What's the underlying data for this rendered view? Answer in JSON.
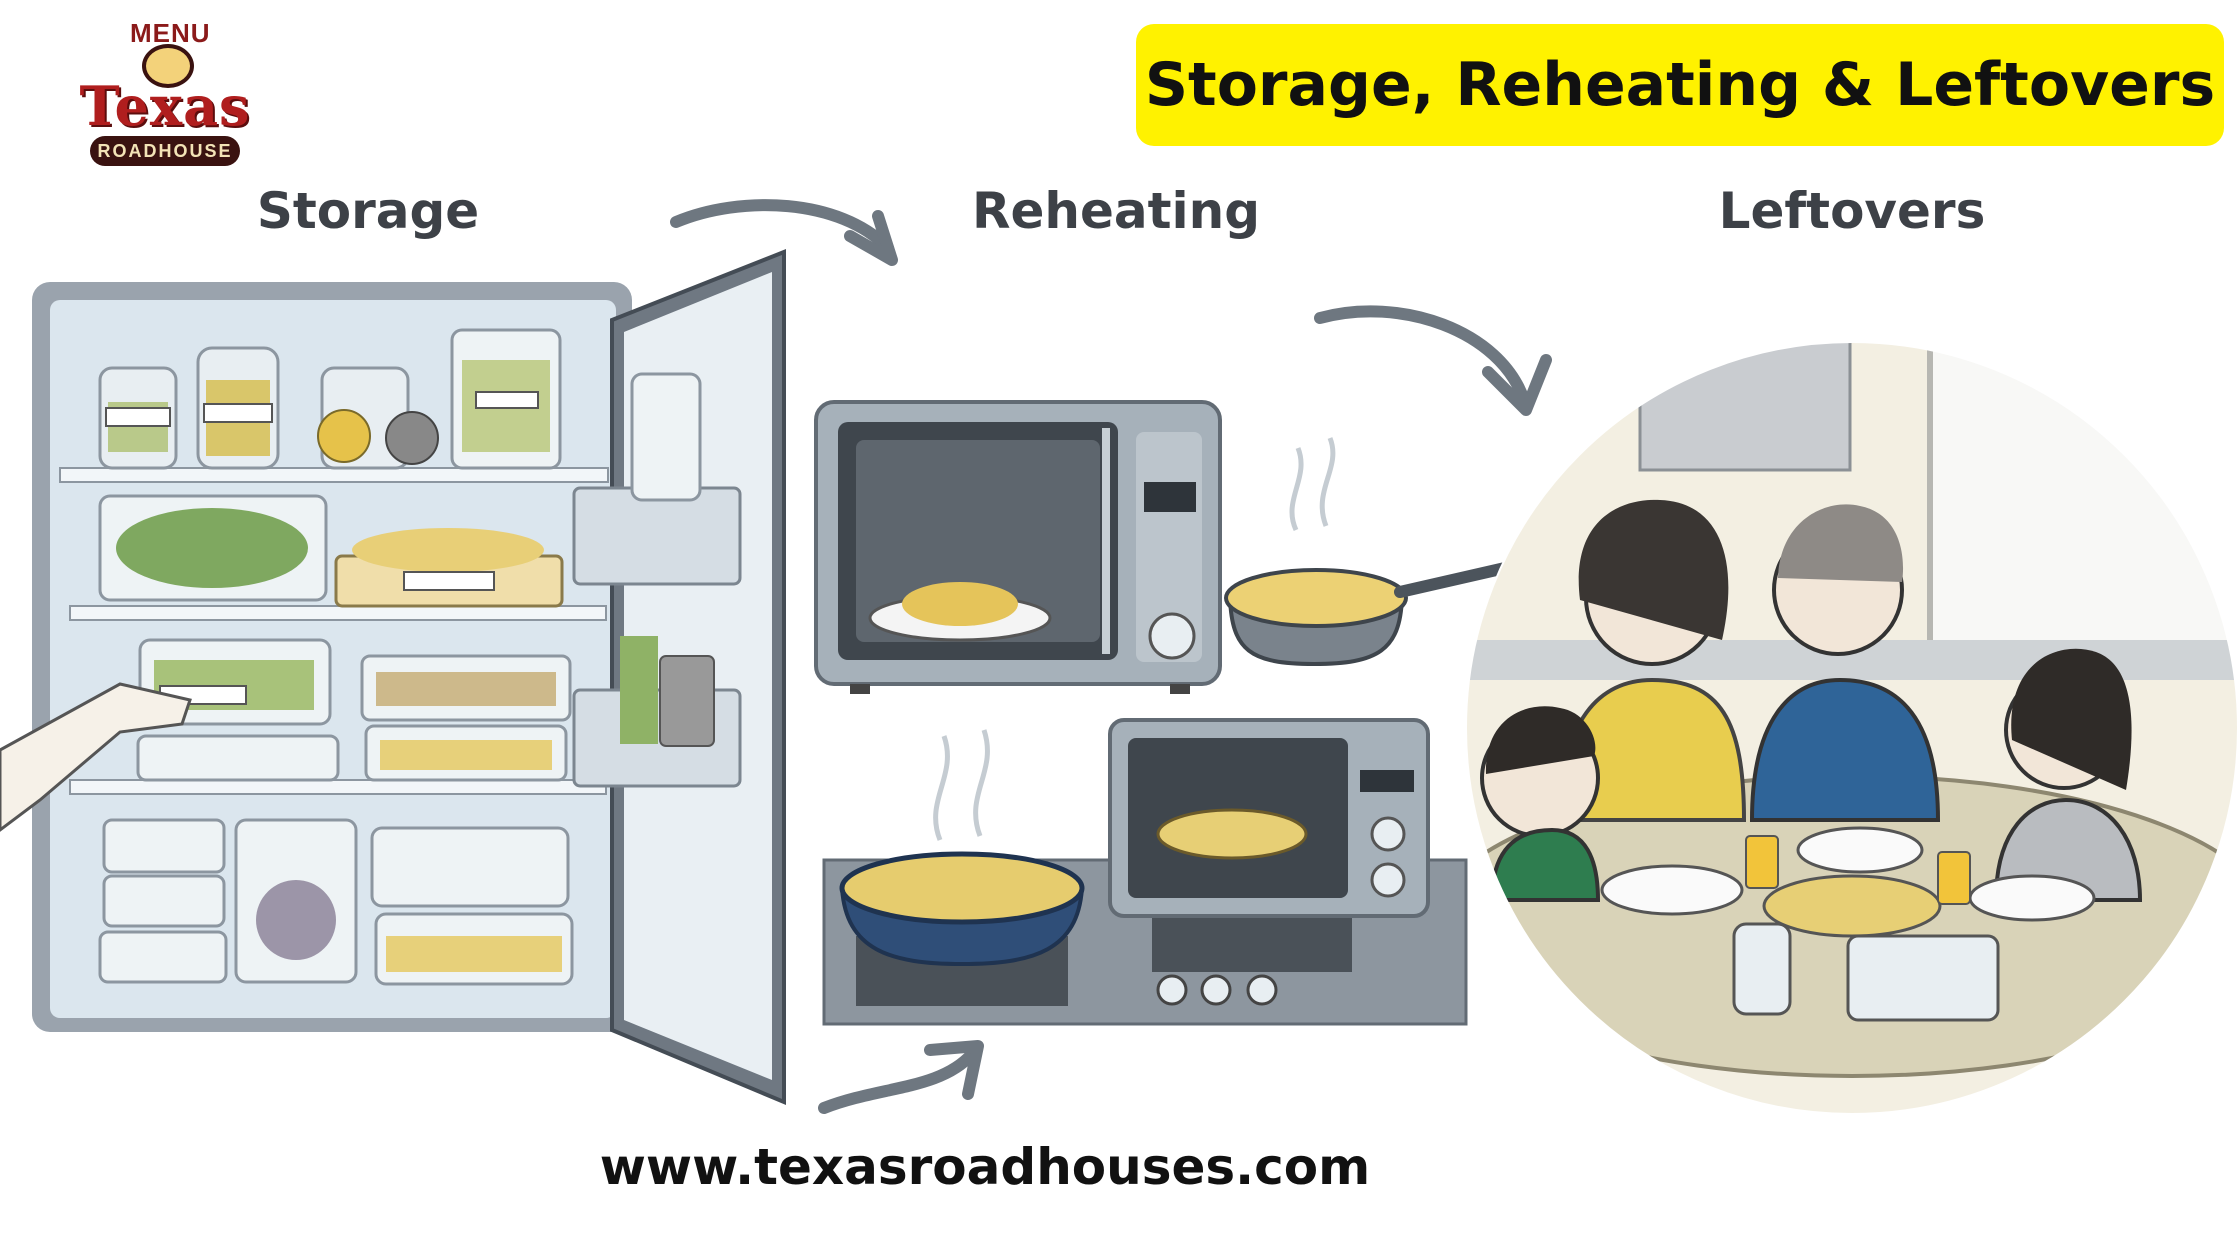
{
  "logo": {
    "menu": "MENU",
    "name": "Texas",
    "tagline": "ROADHOUSE"
  },
  "title": "Storage, Reheating & Leftovers",
  "sections": {
    "storage": "Storage",
    "reheating": "Reheating",
    "leftovers": "Leftovers"
  },
  "website": "www.texasroadhouses.com",
  "colors": {
    "banner": "#fff200",
    "heading": "#3d4147",
    "brand_red": "#b01e1e"
  }
}
